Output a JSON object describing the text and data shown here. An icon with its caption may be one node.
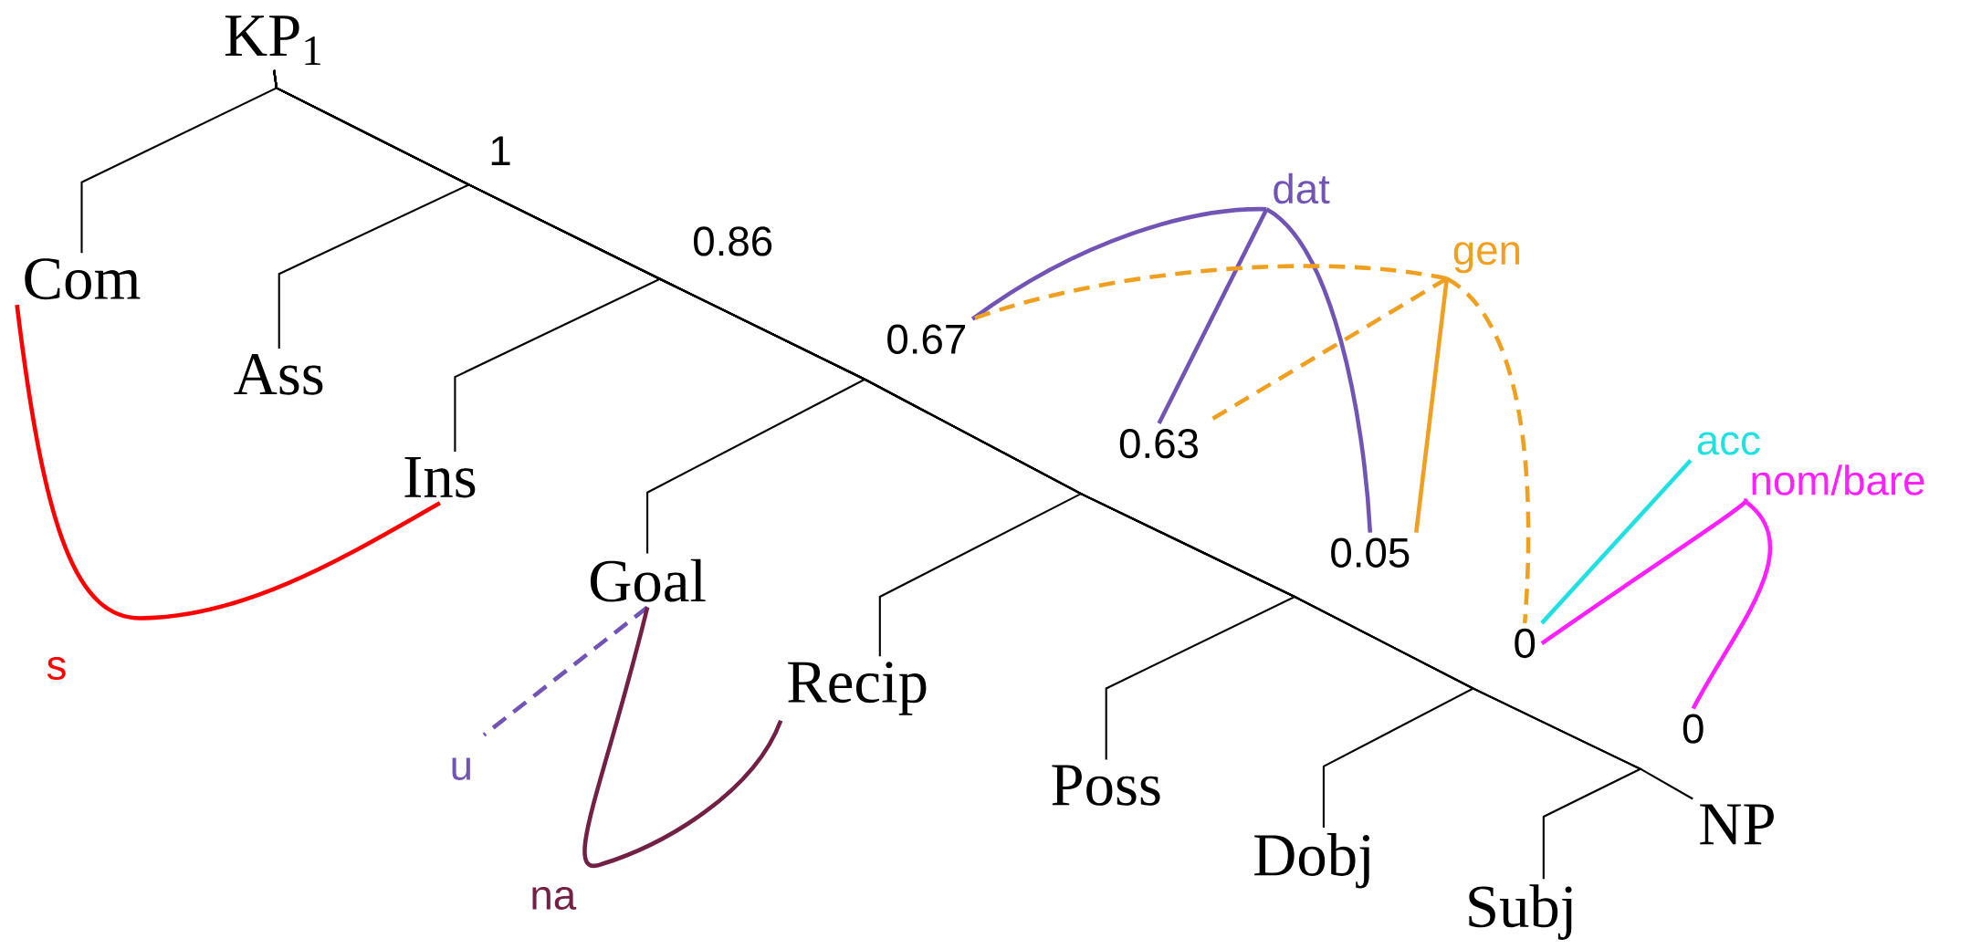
{
  "diagram": {
    "nodes": [
      {
        "text": [
          "KP$_{1}$"
        ]
      },
      {
        "text": [
          "Com"
        ]
      },
      {
        "text": [
          "Ass"
        ]
      },
      {
        "text": [
          "Ins"
        ]
      },
      {
        "text": [
          "Goal"
        ]
      },
      {
        "text": [
          "Recip"
        ]
      },
      {
        "text": [
          "Poss"
        ]
      },
      {
        "text": [
          "Dobj"
        ]
      },
      {
        "text": [
          "Subj"
        ]
      },
      {
        "text": [
          "NP"
        ]
      },
      {
        "text": [
          "0.67"
        ]
      },
      {
        "text": [
          "0.63"
        ]
      },
      {
        "text": [
          "0.05"
        ]
      },
      {
        "text": [
          "0"
        ]
      },
      {
        "text": [
          "0"
        ]
      },
      {
        "text": [
          "dat"
        ]
      },
      {
        "text": [
          "gen"
        ]
      },
      {
        "text": [
          "acc"
        ]
      },
      {
        "text": [
          "nom/bare"
        ]
      }
    ],
    "edges": [
      {
        "from": 0,
        "to": 1,
        "arrow": "none"
      },
      {
        "from": 0,
        "to": 2,
        "arrow": "none"
      },
      {
        "from": 0,
        "to": 3,
        "arrow": "none"
      },
      {
        "from": 0,
        "to": 4,
        "arrow": "none"
      },
      {
        "from": 0,
        "to": 5,
        "arrow": "none"
      },
      {
        "from": 0,
        "to": 6,
        "arrow": "none"
      },
      {
        "from": 0,
        "to": 7,
        "arrow": "none"
      },
      {
        "from": 0,
        "to": 8,
        "arrow": "none"
      },
      {
        "from": 0,
        "to": 9,
        "arrow": "none"
      },
      {
        "from": 1,
        "to": 3,
        "arrow": "none",
        "label": "s",
        "color": "#ff0000"
      },
      {
        "from": 4,
        "to": null,
        "arrow": "none",
        "label": "u",
        "style": "dashed",
        "color": "#7055b5"
      },
      {
        "from": 4,
        "to": 5,
        "arrow": "none",
        "label": "na",
        "color": "#722044"
      },
      {
        "from": 15,
        "to": 10,
        "arrow": "none",
        "color": "#7055b5"
      },
      {
        "from": 15,
        "to": 11,
        "arrow": "none",
        "color": "#7055b5"
      },
      {
        "from": 15,
        "to": 12,
        "arrow": "none",
        "color": "#7055b5"
      },
      {
        "from": 16,
        "to": 10,
        "arrow": "none",
        "style": "dashed",
        "color": "#f0a020"
      },
      {
        "from": 16,
        "to": 11,
        "arrow": "none",
        "style": "dashed",
        "color": "#f0a020"
      },
      {
        "from": 16,
        "to": 12,
        "arrow": "none",
        "color": "#f0a020"
      },
      {
        "from": 16,
        "to": 13,
        "arrow": "none",
        "style": "dashed",
        "color": "#f0a020"
      },
      {
        "from": 13,
        "to": 17,
        "arrow": "none",
        "color": "#20e0e0"
      },
      {
        "from": 13,
        "to": 18,
        "arrow": "none",
        "color": "#ff20ff"
      },
      {
        "from": 18,
        "to": 14,
        "arrow": "none",
        "color": "#ff20ff"
      }
    ],
    "labels": [
      "1",
      "0.86"
    ]
  }
}
